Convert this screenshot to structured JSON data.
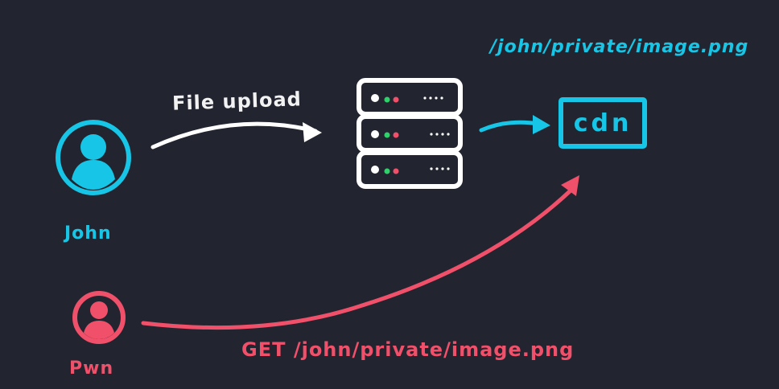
{
  "labels": {
    "upload": "File upload",
    "cdn_path": "/john/private/image.png",
    "cdn": "cdn",
    "john": "John",
    "attacker": "Pwn",
    "attack_request": "GET /john/private/image.png"
  },
  "colors": {
    "background": "#22252f",
    "john": "#17c6e6",
    "cdn": "#17c6e6",
    "attacker": "#f0506a",
    "server": "#ffffff",
    "led_green": "#2fd16a",
    "led_red": "#f0506a"
  },
  "icons": {
    "john": "user-avatar-icon",
    "attacker": "user-avatar-icon",
    "server": "server-stack-icon"
  }
}
